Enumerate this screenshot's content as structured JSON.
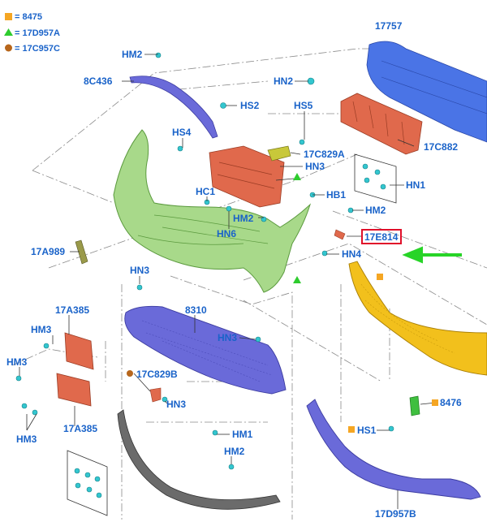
{
  "legend": [
    {
      "symbol": "square",
      "color": "#f5a623",
      "text": "= 8475"
    },
    {
      "symbol": "triangle",
      "color": "#2ecc2e",
      "text": "= 17D957A"
    },
    {
      "symbol": "circle",
      "color": "#b7661b",
      "text": "= 17C957C"
    }
  ],
  "labels": {
    "p17757": "17757",
    "hm2_a": "HM2",
    "p8c436": "8C436",
    "hn2": "HN2",
    "hs2": "HS2",
    "hs5": "HS5",
    "hs4": "HS4",
    "p17c829a": "17C829A",
    "hn3_a": "HN3",
    "p17c882": "17C882",
    "hn1": "HN1",
    "hc1": "HC1",
    "hb1": "HB1",
    "hm2_b": "HM2",
    "hm2_c": "HM2",
    "hn6": "HN6",
    "p17e814": "17E814",
    "p17a989": "17A989",
    "hn4": "HN4",
    "hn3_b": "HN3",
    "p17a385_a": "17A385",
    "p8310": "8310",
    "hm3_a": "HM3",
    "hn3_c": "HN3",
    "hm3_b": "HM3",
    "p17c829b": "17C829B",
    "hn3_d": "HN3",
    "p8476": "8476",
    "p17a385_b": "17A385",
    "hm3_c": "HM3",
    "hs1": "HS1",
    "hm1": "HM1",
    "hm2_d": "HM2",
    "p17d957b": "17D957B"
  },
  "colors": {
    "label_text": "#1a63c9",
    "highlight_box": "#e0102a",
    "arrow": "#27d427",
    "reinforcement_blue": "#4a74e6",
    "bumper_green": "#a8d98a",
    "bracket_red": "#e0694c",
    "shield_purple": "#6a6ad9",
    "grille_yellow": "#f2c01c",
    "lip_gray": "#6b6b6b"
  }
}
